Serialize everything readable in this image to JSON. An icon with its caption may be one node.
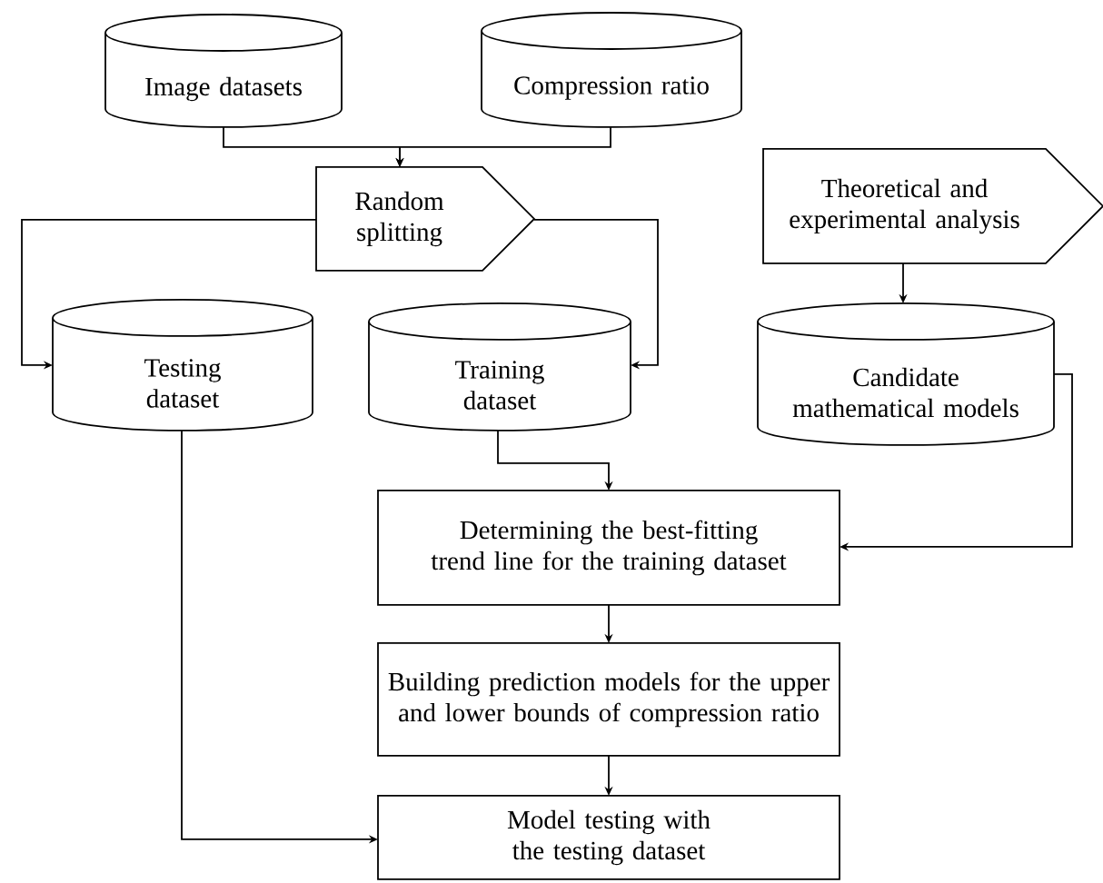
{
  "diagram": {
    "nodes": [
      {
        "text": [
          "Image datasets"
        ]
      },
      {
        "text": [
          "Compression ratio"
        ]
      },
      {
        "text": [
          "Random splitting"
        ]
      },
      {
        "text": [
          "Theoretical and experimental analysis"
        ]
      },
      {
        "text": [
          "Testing dataset"
        ]
      },
      {
        "text": [
          "Training dataset"
        ]
      },
      {
        "text": [
          "Candidate mathematical models"
        ]
      },
      {
        "text": [
          "Determining the best-fitting trend line for the training dataset"
        ]
      },
      {
        "text": [
          "Building prediction models for the upper and lower bounds of compression ratio"
        ]
      },
      {
        "text": [
          "Model testing with the testing dataset"
        ]
      }
    ],
    "edges": [
      {
        "from": 0,
        "to": 2,
        "arrow": "to"
      },
      {
        "from": 1,
        "to": 2,
        "arrow": "to"
      },
      {
        "from": 2,
        "to": 4,
        "arrow": "to"
      },
      {
        "from": 2,
        "to": 5,
        "arrow": "to"
      },
      {
        "from": 3,
        "to": 6,
        "arrow": "to"
      },
      {
        "from": 5,
        "to": 7,
        "arrow": "to"
      },
      {
        "from": 6,
        "to": 7,
        "arrow": "to"
      },
      {
        "from": 7,
        "to": 8,
        "arrow": "to"
      },
      {
        "from": 8,
        "to": 9,
        "arrow": "to"
      },
      {
        "from": 4,
        "to": 9,
        "arrow": "to"
      }
    ]
  }
}
